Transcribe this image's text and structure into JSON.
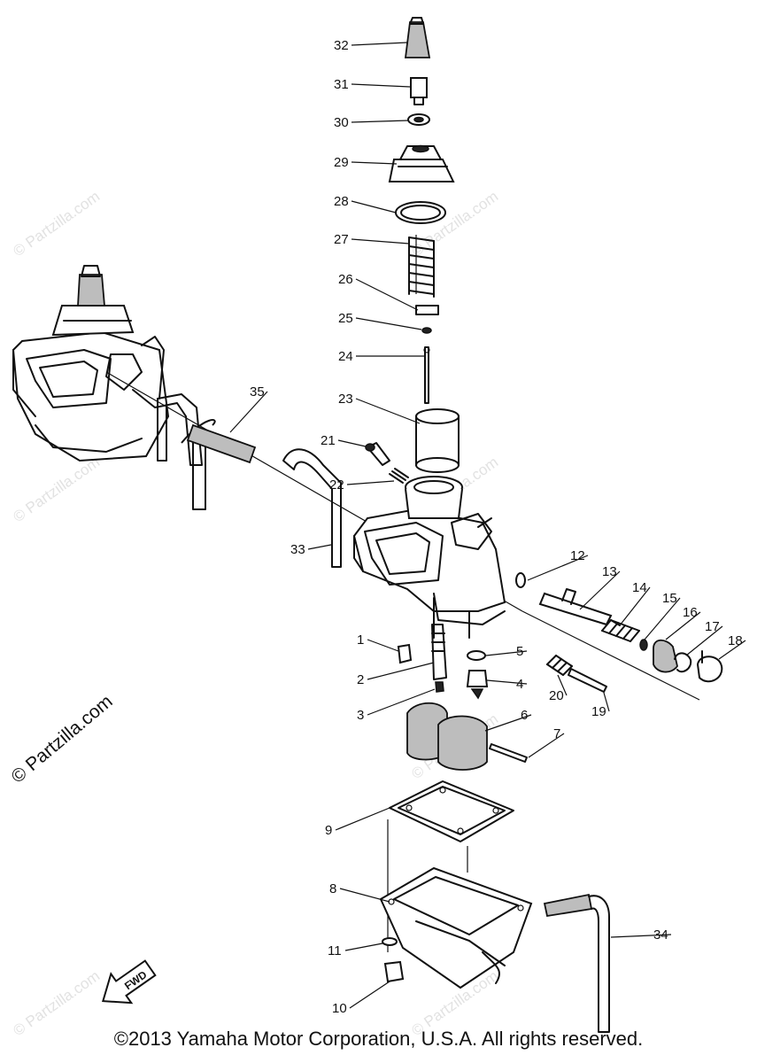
{
  "parts": [
    {
      "label": "1"
    },
    {
      "label": "2"
    },
    {
      "label": "3"
    },
    {
      "label": "4"
    },
    {
      "label": "5"
    },
    {
      "label": "6"
    },
    {
      "label": "7"
    },
    {
      "label": "8"
    },
    {
      "label": "9"
    },
    {
      "label": "10"
    },
    {
      "label": "11"
    },
    {
      "label": "12"
    },
    {
      "label": "13"
    },
    {
      "label": "14"
    },
    {
      "label": "15"
    },
    {
      "label": "16"
    },
    {
      "label": "17"
    },
    {
      "label": "18"
    },
    {
      "label": "19"
    },
    {
      "label": "20"
    },
    {
      "label": "21"
    },
    {
      "label": "22"
    },
    {
      "label": "23"
    },
    {
      "label": "24"
    },
    {
      "label": "25"
    },
    {
      "label": "26"
    },
    {
      "label": "27"
    },
    {
      "label": "28"
    },
    {
      "label": "29"
    },
    {
      "label": "30"
    },
    {
      "label": "31"
    },
    {
      "label": "32"
    },
    {
      "label": "33"
    },
    {
      "label": "34"
    },
    {
      "label": "35"
    }
  ],
  "fwd_label": "FWD",
  "watermark": "© Partzilla.com",
  "side_watermark": "© Partzilla.com",
  "copyright": "©2013 Yamaha Motor Corporation, U.S.A. All rights reserved."
}
